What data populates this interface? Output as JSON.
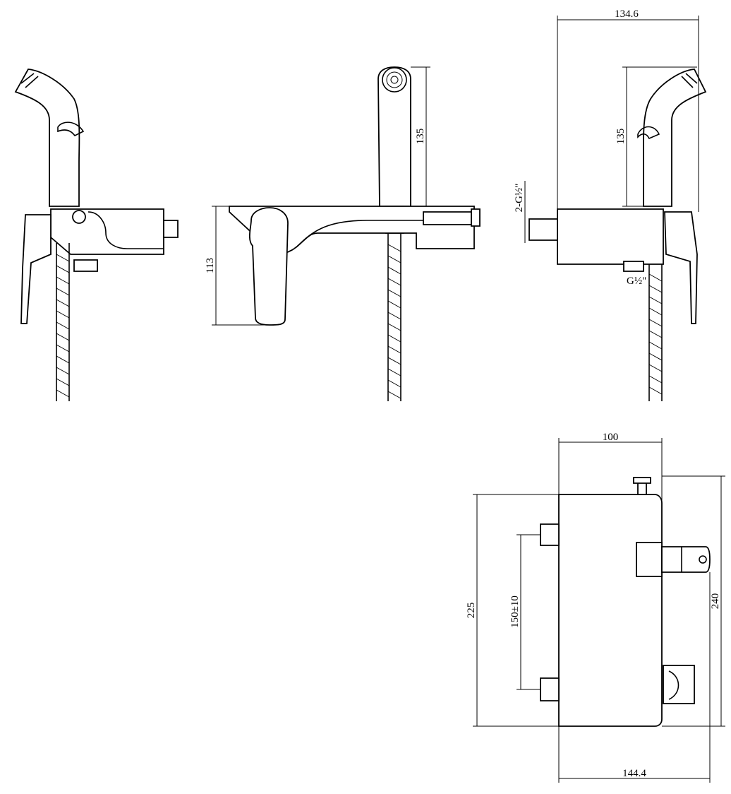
{
  "drawing": {
    "views": [
      "side-view-left",
      "front-view",
      "side-view-right",
      "top-view"
    ],
    "dimensions": {
      "width_top_right": "134.6",
      "height_handshower_front": "135",
      "height_handshower_right": "135",
      "height_body_front": "113",
      "thread_inlet": "2-G½\"",
      "thread_outlet": "G½\"",
      "width_body_top": "100",
      "depth_left": "225",
      "inlet_spacing": "150±10",
      "depth_right": "240",
      "width_bottom": "144.4"
    }
  }
}
